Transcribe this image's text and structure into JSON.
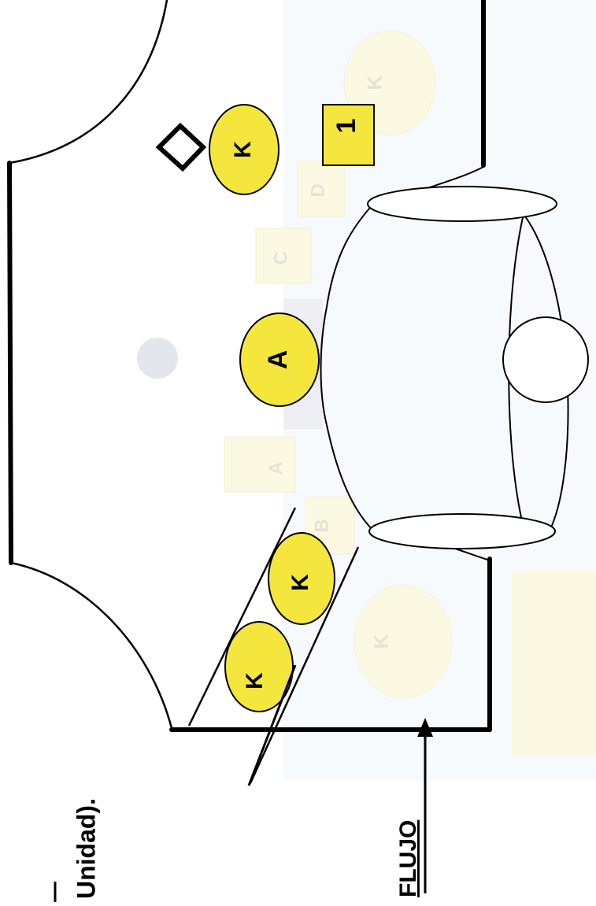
{
  "caption": {
    "partial_text": "Unidad).",
    "flow_label": "FLUJO"
  },
  "markers": {
    "circle_k_top": "K",
    "circle_a": "A",
    "circle_k_lower_1": "K",
    "circle_k_lower_2": "K",
    "square_1": "1"
  },
  "faded_background_labels": {
    "circle_k_top_right": "K",
    "square_d": "D",
    "square_c": "C",
    "square_a": "A",
    "square_b": "B",
    "circle_k_bottom_right": "K"
  },
  "colors": {
    "marker_fill": "#f4e63c",
    "faded_fill": "#f7f2c2",
    "line": "#000000"
  },
  "icons": {
    "diamond": "diamond-outline-icon",
    "arrow": "arrow-up-icon"
  }
}
